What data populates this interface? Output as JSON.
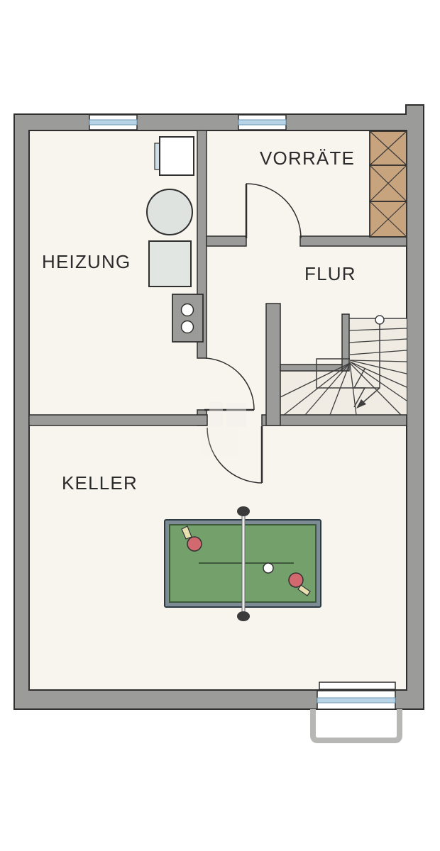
{
  "rooms": [
    {
      "id": "heizung",
      "label": "HEIZUNG"
    },
    {
      "id": "vorraete",
      "label": "VORRÄTE"
    },
    {
      "id": "flur",
      "label": "FLUR"
    },
    {
      "id": "keller",
      "label": "KELLER"
    }
  ],
  "objects": {
    "staircase": "winder-staircase",
    "shelf": "storage-shelf",
    "table": "table-tennis-table",
    "boiler": "wall-boiler",
    "tank": "round-tank",
    "heating_unit": "heating-unit",
    "meter": "meter-box",
    "light_well": "exterior-light-well",
    "window_count": 3,
    "door_count": 3
  },
  "theme": {
    "wall": "#9b9b99",
    "line": "#2f2f2f",
    "floor": "#f8f4ee",
    "stairfloor": "#f0ebe3",
    "shelf": "#c7a37e",
    "glass": "#bad4e7",
    "glassline": "#6f9ab5",
    "equip": "#e2e6e3",
    "frame": "#7d8c94",
    "green": "#74a06c",
    "greenline": "#3c5a38",
    "red": "#d2696e",
    "beige": "#e8dfae",
    "dark": "#3b3b3b",
    "text": "#2b2b2b",
    "lightwell": "#b7b7b5"
  }
}
